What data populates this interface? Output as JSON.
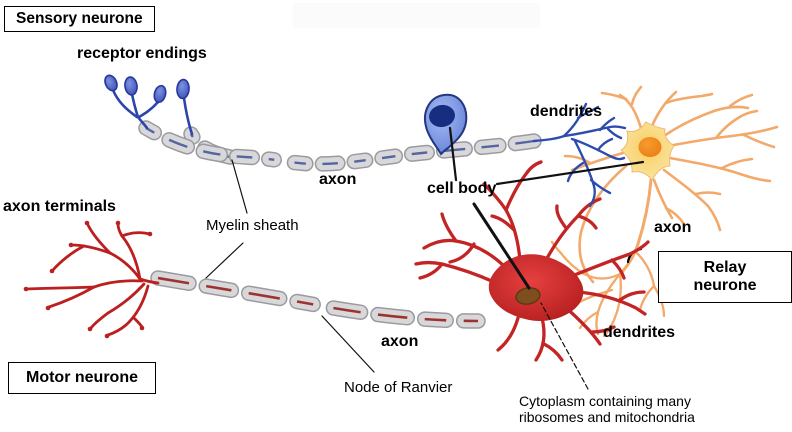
{
  "neuron_boxes": {
    "sensory": "Sensory neurone",
    "motor": "Motor neurone",
    "relay": "Relay neurone"
  },
  "labels": {
    "receptor_endings": "receptor endings",
    "axon_sensory": "axon",
    "cell_body": "cell body",
    "dendrites_top": "dendrites",
    "axon_relay": "axon",
    "dendrites_bottom": "dendrites",
    "axon_terminals": "axon terminals",
    "axon_motor": "axon",
    "myelin_sheath": "Myelin sheath",
    "node_of_ranvier": "Node of Ranvier",
    "cytoplasm": "Cytoplasm containing many ribosomes and mitochondria"
  },
  "colors": {
    "sensory_blue": "#2d4cb0",
    "sensory_body_fill": "#6e8ce4",
    "sensory_nucleus": "#162d80",
    "myelin_fill": "#d8d8da",
    "myelin_border": "#9a9aa0",
    "sensory_axon_line": "#55659f",
    "motor_axon_line": "#9c332e",
    "relay_orange": "#f2a96a",
    "relay_body": "#fbd168",
    "relay_nucleus": "#f28e1d",
    "motor_red": "#c32424",
    "motor_nucleus": "#7f4e1e",
    "pointer_black": "#111111"
  }
}
